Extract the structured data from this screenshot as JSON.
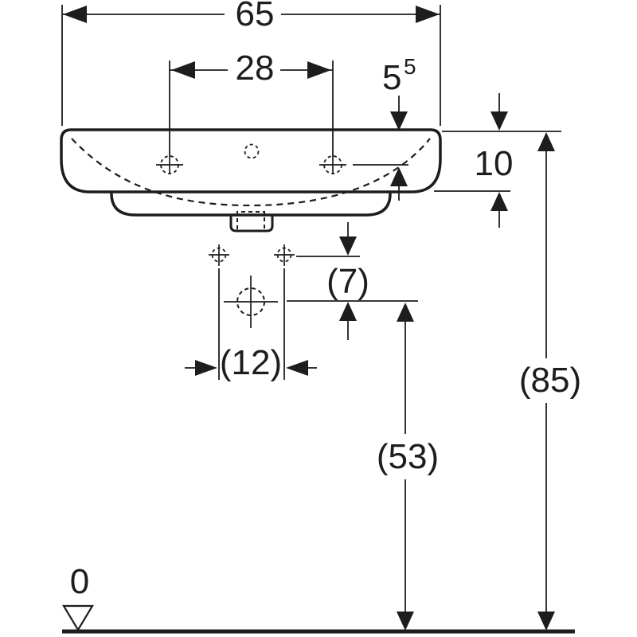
{
  "page": {
    "background_color": "#ffffff",
    "line_color": "#1d1d1b"
  },
  "dimensions": {
    "overall_width": {
      "label": "65"
    },
    "tap_hole_spacing": {
      "label": "28"
    },
    "tap_hole_offset": {
      "base": "5",
      "superscript": "5"
    },
    "apron_height": {
      "label": "10"
    },
    "fixing_holes_to_drain": {
      "label": "(7)"
    },
    "fixing_hole_spacing": {
      "label": "(12)"
    },
    "drain_outlet_height": {
      "label": "(53)"
    },
    "rim_height_above_floor": {
      "label": "(85)"
    },
    "floor_datum": {
      "label": "0"
    }
  }
}
